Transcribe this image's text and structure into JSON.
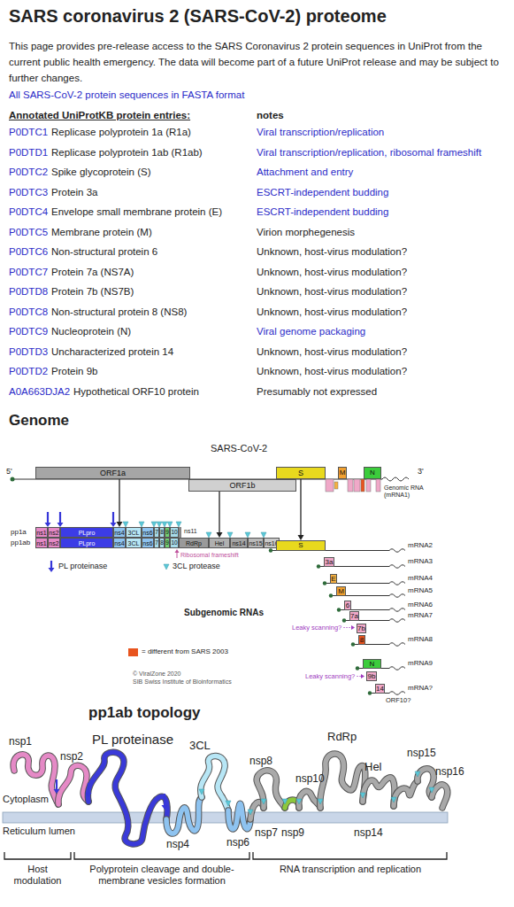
{
  "diagram": {
    "title": "SARS coronavirus 2 (SARS-CoV-2) proteome",
    "nodes": [
      {
        "text": [
          "ORF1a"
        ]
      },
      {
        "text": [
          "ORF1b"
        ]
      },
      {
        "text": [
          "S"
        ]
      },
      {
        "text": [
          "M"
        ]
      },
      {
        "text": [
          "N"
        ]
      },
      {
        "text": [
          "ns1"
        ]
      },
      {
        "text": [
          "ns2"
        ]
      },
      {
        "text": [
          "PLpro"
        ]
      },
      {
        "text": [
          "ns4"
        ]
      },
      {
        "text": [
          "3CL"
        ]
      },
      {
        "text": [
          "ns6"
        ]
      },
      {
        "text": [
          "7"
        ]
      },
      {
        "text": [
          "8"
        ]
      },
      {
        "text": [
          "9"
        ]
      },
      {
        "text": [
          "10"
        ]
      },
      {
        "text": [
          "ns1"
        ]
      },
      {
        "text": [
          "ns2"
        ]
      },
      {
        "text": [
          "PLpro"
        ]
      },
      {
        "text": [
          "ns4"
        ]
      },
      {
        "text": [
          "3CL"
        ]
      },
      {
        "text": [
          "ns6"
        ]
      },
      {
        "text": [
          "7"
        ]
      },
      {
        "text": [
          "8"
        ]
      },
      {
        "text": [
          "9"
        ]
      },
      {
        "text": [
          "10"
        ]
      },
      {
        "text": [
          "RdRp"
        ]
      },
      {
        "text": [
          "Hel"
        ]
      },
      {
        "text": [
          "ns14"
        ]
      },
      {
        "text": [
          "ns15"
        ]
      },
      {
        "text": [
          "ns16"
        ]
      },
      {
        "text": [
          "S"
        ]
      },
      {
        "text": [
          "3a"
        ]
      },
      {
        "text": [
          "E"
        ]
      },
      {
        "text": [
          "M"
        ]
      },
      {
        "text": [
          "6"
        ]
      },
      {
        "text": [
          "7a"
        ]
      },
      {
        "text": [
          "7b"
        ]
      },
      {
        "text": [
          "8"
        ]
      },
      {
        "text": [
          "N"
        ]
      },
      {
        "text": [
          "9b"
        ]
      },
      {
        "text": [
          "14"
        ]
      }
    ],
    "edges": [
      {
        "from": 0,
        "to": 8,
        "arrow": "to"
      },
      {
        "from": 1,
        "to": 26,
        "arrow": "to"
      },
      {
        "from": 2,
        "to": 30,
        "arrow": "to"
      }
    ],
    "labels": [
      "This page provides pre-release access to the SARS Coronavirus 2 protein sequences in UniProt from the current public health emergency. The data will become part of a future UniProt release and may be subject to further changes.",
      "All SARS-CoV-2 protein sequences in FASTA format",
      "Annotated UniProtKB protein entries:",
      "notes",
      "P0DTC1",
      "Replicase polyprotein 1a (R1a)",
      "Viral transcription/replication",
      "P0DTD1",
      "Replicase polyprotein 1ab (R1ab)",
      "Viral transcription/replication, ribosomal frameshift",
      "P0DTC2",
      "Spike glycoprotein (S)",
      "Attachment and entry",
      "P0DTC3",
      "Protein 3a",
      "ESCRT-independent budding",
      "P0DTC4",
      "Envelope small membrane protein (E)",
      "ESCRT-independent budding",
      "P0DTC5",
      "Membrane protein (M)",
      "Virion morphegenesis",
      "P0DTC6",
      "Non-structural protein 6",
      "Unknown, host-virus modulation?",
      "P0DTC7",
      "Protein 7a (NS7A)",
      "Unknown, host-virus modulation?",
      "P0DTD8",
      "Protein 7b (NS7B)",
      "Unknown, host-virus modulation?",
      "P0DTC8",
      "Non-structural protein 8 (NS8)",
      "Unknown, host-virus modulation?",
      "P0DTC9",
      "Nucleoprotein (N)",
      "Viral genome packaging",
      "P0DTD3",
      "Uncharacterized protein 14",
      "Unknown, host-virus modulation?",
      "P0DTD2",
      "Protein 9b",
      "Unknown, host-virus modulation?",
      "A0A663DJA2",
      "Hypothetical ORF10 protein",
      "Presumably not expressed",
      "Genome",
      "SARS-CoV-2",
      "5'",
      "3'",
      "Genomic RNA (mRNA1)",
      "pp1a",
      "pp1ab",
      "ns11",
      "Ribosomal frameshift",
      "mRNA2",
      "mRNA3",
      "mRNA4",
      "mRNA5",
      "mRNA6",
      "mRNA7",
      "mRNA8",
      "mRNA9",
      "mRNA?",
      "Subgenomic RNAs",
      "Leaky scanning?",
      "Leaky scanning?",
      "ORF10?",
      "© ViralZone 2020",
      "SIB Swiss Institute of Bioinformatics",
      "pp1ab topology",
      "nsp1",
      "nsp2",
      "PL proteinase",
      "3CL",
      "nsp8",
      "nsp10",
      "RdRp",
      "Hel",
      "nsp15",
      "nsp16",
      "nsp4",
      "nsp6",
      "nsp7",
      "nsp9",
      "nsp14",
      "Cytoplasm",
      "Reticulum lumen",
      "Host modulation",
      "Polyprotein cleavage and double-membrane vesicles formation",
      "RNA transcription and replication"
    ],
    "legend": [
      {
        "text": "PL proteinase"
      },
      {
        "text": "3CL protease"
      },
      {
        "text": "= different from SARS 2003",
        "color": "#e8541e"
      }
    ]
  }
}
